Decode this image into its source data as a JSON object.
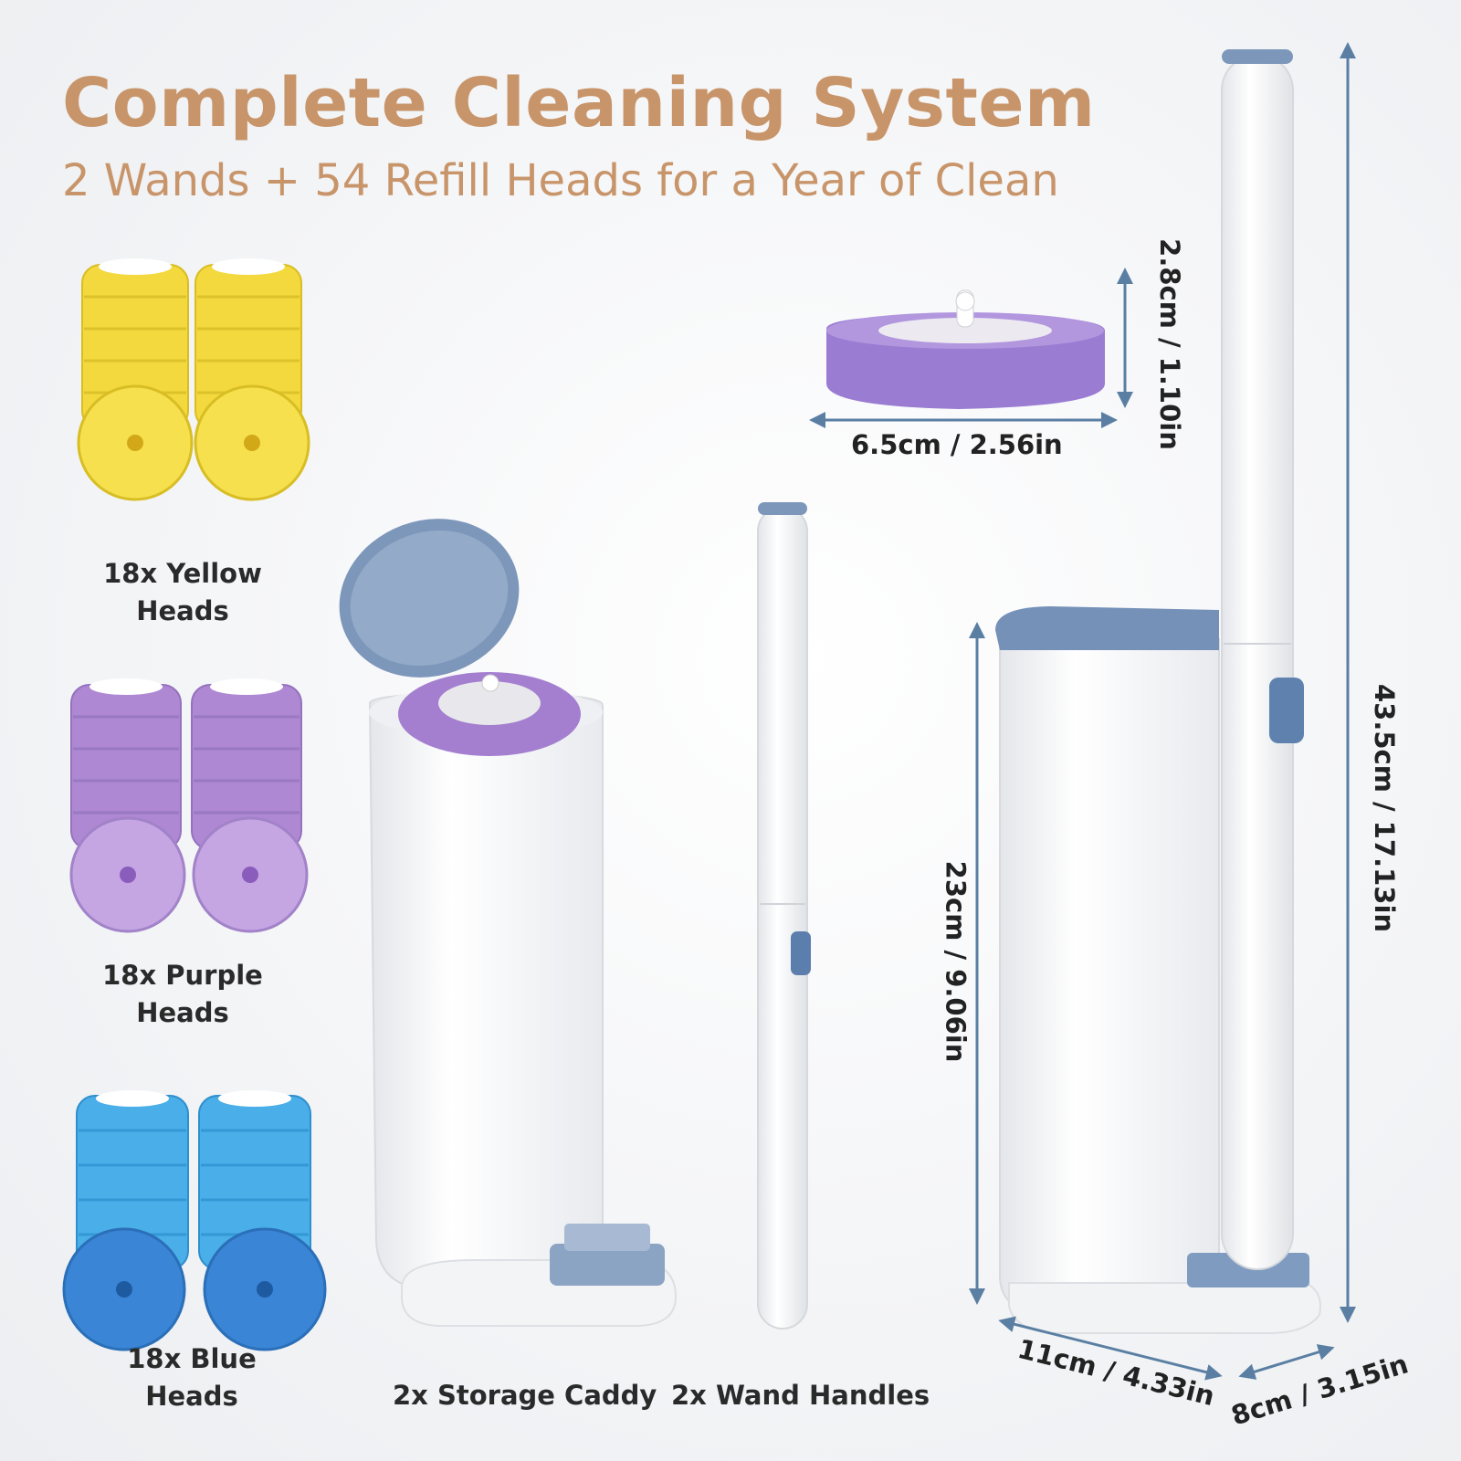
{
  "header": {
    "title": "Complete Cleaning System",
    "subtitle": "2 Wands + 54 Refill Heads for a Year of Clean"
  },
  "refills": [
    {
      "line1": "18x Yellow",
      "line2": "Heads",
      "color": "#f6e04e"
    },
    {
      "line1": "18x Purple",
      "line2": "Heads",
      "color": "#b28ad6"
    },
    {
      "line1": "18x Blue",
      "line2": "Heads",
      "color": "#4aaee8"
    }
  ],
  "products": {
    "caddy_label": "2x Storage Caddy",
    "wand_label": "2x Wand Handles"
  },
  "dimensions": {
    "head_height": "2.8cm / 1.10in",
    "head_width": "6.5cm / 2.56in",
    "caddy_height": "23cm / 9.06in",
    "total_height": "43.5cm / 17.13in",
    "base_width": "11cm / 4.33in",
    "base_depth": "8cm / 3.15in"
  },
  "colors": {
    "accent": "#c8956a",
    "lid_blue": "#7d97bb",
    "arrow_blue": "#5a7fa3"
  }
}
